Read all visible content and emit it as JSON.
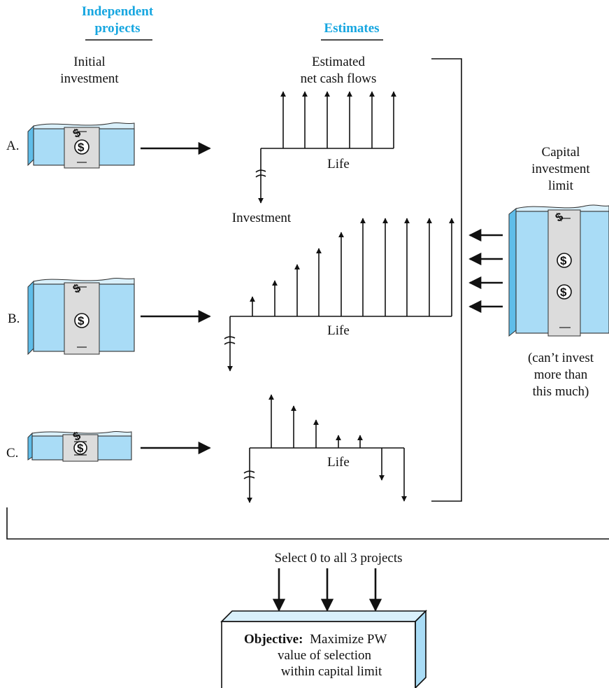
{
  "headers": {
    "independent_projects_line1": "Independent",
    "independent_projects_line2": "projects",
    "estimates": "Estimates",
    "initial_investment_line1": "Initial",
    "initial_investment_line2": "investment",
    "estimated_flows_line1": "Estimated",
    "estimated_flows_line2": "net cash flows"
  },
  "projects": [
    {
      "label": "A.",
      "life_label": "Life",
      "investment_label": "Investment"
    },
    {
      "label": "B.",
      "life_label": "Life"
    },
    {
      "label": "C.",
      "life_label": "Life"
    }
  ],
  "capital": {
    "title_line1": "Capital",
    "title_line2": "investment",
    "title_line3": "limit",
    "note_line1": "(can’t invest",
    "note_line2": "more than",
    "note_line3": "this much)"
  },
  "selection": {
    "text": "Select 0 to all 3 projects"
  },
  "objective": {
    "bold_label": "Objective:",
    "line1_rest": "Maximize PW",
    "line2": "value of selection",
    "line3": "within capital limit"
  },
  "icons": {
    "money_stack": "money-stack-icon",
    "dollar_symbol": "$"
  },
  "colors": {
    "header_blue": "#16a6e0",
    "bill_blue": "#a9dcf6",
    "band_gray": "#dcdcdc"
  }
}
